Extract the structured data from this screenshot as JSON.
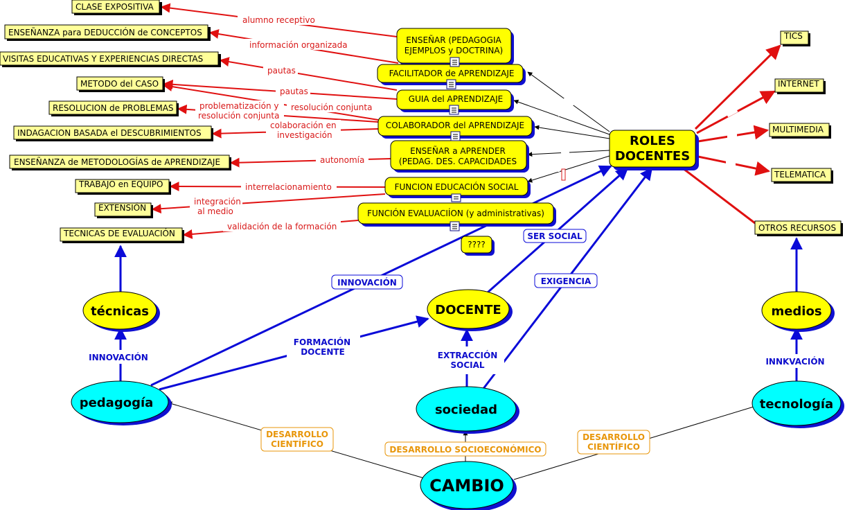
{
  "center": {
    "line1": "ROLES",
    "line2": "DOCENTES"
  },
  "roles": [
    {
      "line1": "ENSEÑAR (PEDAGOGIA",
      "line2": "EJEMPLOS y DOCTRINA)"
    },
    {
      "line1": "FACILITADOR de APRENDIZAJE"
    },
    {
      "line1": "GUIA del APRENDIZAJE"
    },
    {
      "line1": "COLABORADOR del APRENDIZAJE"
    },
    {
      "line1": "ENSEÑAR a APRENDER",
      "line2": "(PEDAG. DES. CAPACIDADES"
    },
    {
      "line1": "FUNCION EDUCACIÓN SOCIAL"
    },
    {
      "line1": "FUNCIÓN EVALUACIÍON (y administrativas)"
    },
    {
      "line1": "????"
    }
  ],
  "left_leaves": [
    "CLASE EXPOSITIVA",
    "ENSEÑANZA para DEDUCCIÓN de CONCEPTOS",
    "VISITAS EDUCATIVAS Y EXPERIENCIAS DIRECTAS",
    "METODO del CASO",
    "RESOLUCION de PROBLEMAS",
    "INDAGACION BASADA el DESCUBRIMIENTOS",
    "ENSEÑANZA de METODOLOGÍAS de APRENDIZAJE",
    "TRABAJO en EQUIPO",
    "EXTENSIÓN",
    "TECNICAS DE EVALUACIÓN"
  ],
  "left_link_labels": {
    "alumno": "alumno  receptivo",
    "informacion": "información organizada",
    "pautas1": "pautas",
    "pautas2": "pautas",
    "problematizacion1": "problematización y",
    "problematizacion2": "resolución conjunta",
    "resolucion": "resolución conjunta",
    "colaboracion1": "colaboración en",
    "colaboracion2": "investigación",
    "autonomia": "autonomía",
    "interrelacion": "interrelacionamiento",
    "integracion1": "integración",
    "integracion2": "al medio",
    "validacion": "validación de la formación"
  },
  "right_leaves": [
    "TICS",
    "INTERNET",
    "MULTIMEDIA",
    "TELEMATICA",
    "OTROS RECURSOS"
  ],
  "ovals": {
    "tecnicas": "técnicas",
    "docente": "DOCENTE",
    "medios": "medios",
    "pedagogia": "pedagogía",
    "sociedad": "sociedad",
    "tecnologia": "tecnología",
    "cambio": "CAMBIO"
  },
  "blue_labels": {
    "ser_social": "SER SOCIAL",
    "innovacion_box": "INNOVACIÓN",
    "exigencia": "EXIGENCIA",
    "innovacion": "INNOVACIÓN",
    "formacion1": "FORMACIÓN",
    "formacion2": "DOCENTE",
    "extraccion1": "EXTRACCIÓN",
    "extraccion2": "SOCIAL",
    "innkvacion": "INNKVACIÓN"
  },
  "orange_labels": {
    "desarrollo_left1": "DESARROLLO",
    "desarrollo_left2": "CIENTÍFICO",
    "socioeconomico": "DESARROLLO SOCIOECONÓMICO",
    "desarrollo_right1": "DESARROLLO",
    "desarrollo_right2": "CIENTÍFICO"
  },
  "colors": {
    "leaf_fill": "#ffff99",
    "role_fill": "#ffff00",
    "oval_yellow": "#ffff00",
    "oval_cyan": "#00ffff",
    "red": "#e01010",
    "blue": "#0a0ad8",
    "orange": "#e8960a",
    "shadow": "#1010d0"
  }
}
